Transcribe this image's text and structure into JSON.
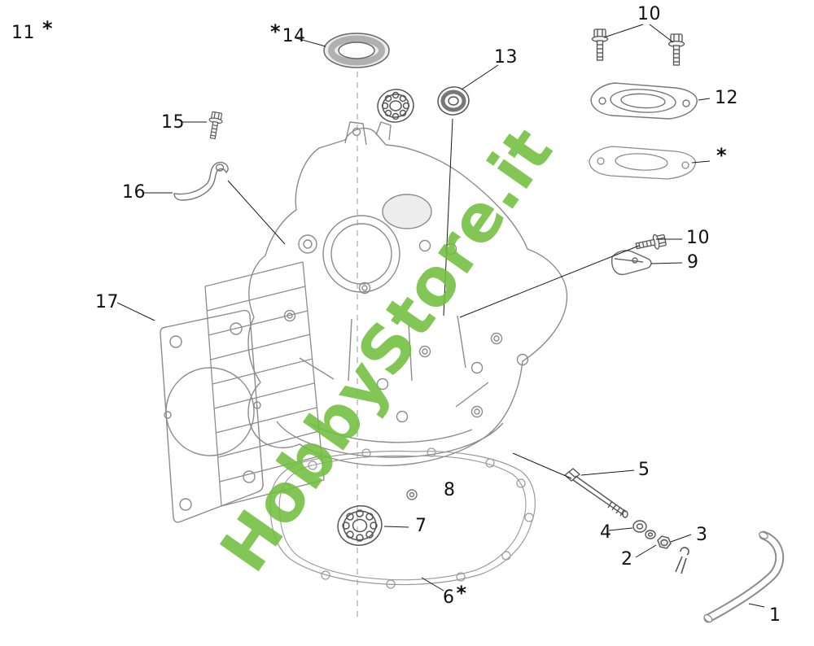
{
  "watermark": {
    "text": "HobbyStore.it",
    "color": "#71bf3e"
  },
  "diagram": {
    "line_color": "#8c8c8c",
    "dark_line_color": "#555555",
    "leader_color": "#1a1a1a",
    "label_color": "#111111",
    "parts": [
      {
        "label": "1",
        "name": "bent-breather-pipe"
      },
      {
        "label": "2",
        "name": "nut"
      },
      {
        "label": "3",
        "name": "castle-nut-with-cotter-pin"
      },
      {
        "label": "4",
        "name": "washer"
      },
      {
        "label": "5",
        "name": "governor-rod"
      },
      {
        "label": "6",
        "name": "crankcase-cover-gasket"
      },
      {
        "label": "7",
        "name": "ball-bearing-lower"
      },
      {
        "label": "8",
        "name": "dowel-pin"
      },
      {
        "label": "9",
        "name": "retainer-clip"
      },
      {
        "label": "10",
        "name": "flange-bolt"
      },
      {
        "label": "11",
        "name": "reference-asterisk-part"
      },
      {
        "label": "12",
        "name": "breather-cover-plate"
      },
      {
        "label": "13",
        "name": "ball-bearing-upper"
      },
      {
        "label": "14",
        "name": "oil-seal"
      },
      {
        "label": "15",
        "name": "bolt-small"
      },
      {
        "label": "16",
        "name": "bracket"
      },
      {
        "label": "17",
        "name": "cylinder-head-gasket"
      }
    ]
  },
  "labels": [
    {
      "text": "11",
      "star_after": "*"
    },
    {
      "star_before": "*",
      "text": "14"
    },
    {
      "text": "10"
    },
    {
      "text": "13"
    },
    {
      "text": "12"
    },
    {
      "text": "15"
    },
    {
      "text": "",
      "star_after": "*"
    },
    {
      "text": "16"
    },
    {
      "text": "10"
    },
    {
      "text": "9"
    },
    {
      "text": "17"
    },
    {
      "text": "5"
    },
    {
      "text": "8"
    },
    {
      "text": "7"
    },
    {
      "text": "4"
    },
    {
      "text": "3"
    },
    {
      "text": "2"
    },
    {
      "text": "6",
      "star_after": "*"
    },
    {
      "text": "1"
    }
  ]
}
